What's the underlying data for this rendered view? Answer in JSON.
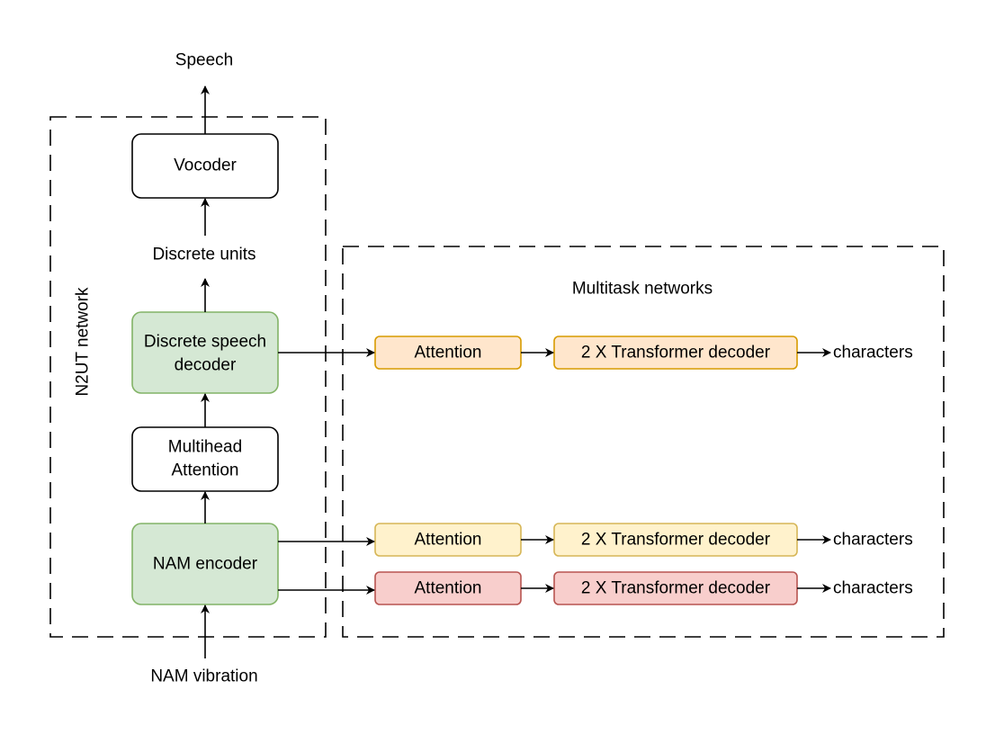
{
  "diagram": {
    "groups": {
      "n2ut": {
        "label": "N2UT network"
      },
      "multitask": {
        "label": "Multitask networks"
      }
    },
    "terminals": {
      "speech": "Speech",
      "discrete_units": "Discrete units",
      "nam_vibration": "NAM vibration"
    },
    "nodes": {
      "vocoder": {
        "line1": "Vocoder",
        "fill": "#ffffff",
        "stroke": "#000000"
      },
      "speech_decoder": {
        "line1": "Discrete speech",
        "line2": "decoder",
        "fill": "#d5e8d4",
        "stroke": "#82b366"
      },
      "multihead": {
        "line1": "Multihead",
        "line2": "Attention",
        "fill": "#ffffff",
        "stroke": "#000000"
      },
      "nam_encoder": {
        "line1": "NAM encoder",
        "fill": "#d5e8d4",
        "stroke": "#82b366"
      }
    },
    "branches": [
      {
        "attention": "Attention",
        "decoder": "2 X Transformer decoder",
        "output": "characters",
        "fill": "#ffe6cc",
        "stroke": "#d79b00"
      },
      {
        "attention": "Attention",
        "decoder": "2 X Transformer decoder",
        "output": "characters",
        "fill": "#fff2cc",
        "stroke": "#d6b656"
      },
      {
        "attention": "Attention",
        "decoder": "2 X Transformer decoder",
        "output": "characters",
        "fill": "#f8cecc",
        "stroke": "#b85450"
      }
    ]
  }
}
